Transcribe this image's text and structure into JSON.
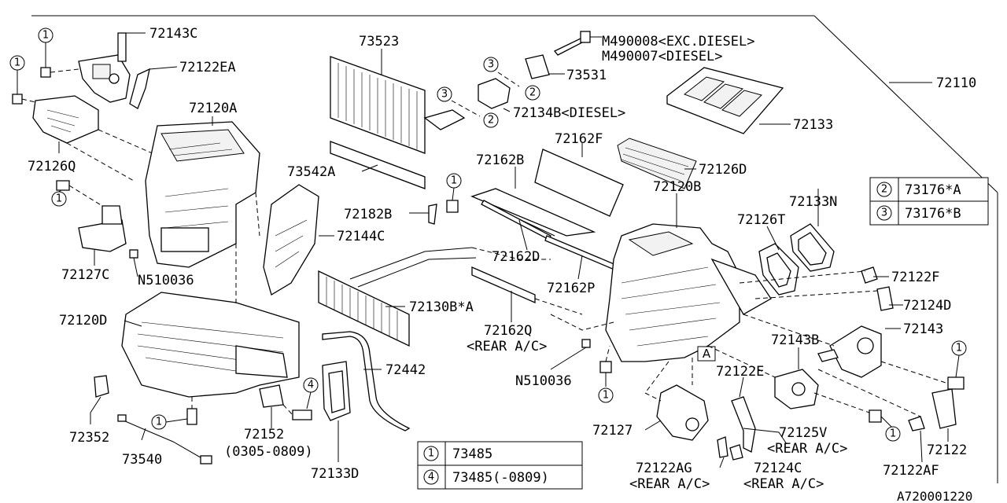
{
  "diagram_id": "A720001220",
  "parts": {
    "p72143C": "72143C",
    "p72122EA": "72122EA",
    "p72126Q": "72126Q",
    "p72120A": "72120A",
    "p72127C": "72127C",
    "pN510036a": "N510036",
    "p72120D": "72120D",
    "p72352": "72352",
    "p73540": "73540",
    "p72152": "72152",
    "p72152note": "(0305-0809)",
    "p73523": "73523",
    "p73542A": "73542A",
    "p72182B": "72182B",
    "p72144C": "72144C",
    "p72130BA": "72130B*A",
    "p72442": "72442",
    "p72133D": "72133D",
    "pM490008": "M490008<EXC.DIESEL>",
    "pM490007": "M490007<DIESEL>",
    "p73531": "73531",
    "p72134B": "72134B<DIESEL>",
    "p72110": "72110",
    "p72133": "72133",
    "p72162F": "72162F",
    "p72162B": "72162B",
    "p72126D": "72126D",
    "p72162D": "72162D",
    "p72162P": "72162P",
    "p72120B": "72120B",
    "p72126T": "72126T",
    "p72133N": "72133N",
    "p72162Q": "72162Q",
    "p72162Qnote": "<REAR A/C>",
    "pN510036b": "N510036",
    "p72122F": "72122F",
    "p72124D": "72124D",
    "p72143": "72143",
    "p72143B": "72143B",
    "p72122E": "72122E",
    "p72127": "72127",
    "p72125V": "72125V",
    "p72125Vnote": "<REAR A/C>",
    "p72122AG": "72122AG",
    "p72122AGnote": "<REAR A/C>",
    "p72124C": "72124C",
    "p72124Cnote": "<REAR A/C>",
    "p72122": "72122",
    "p72122AF": "72122AF",
    "refA": "A"
  },
  "callouts": {
    "one": "1",
    "two": "2",
    "three": "3",
    "four": "4"
  },
  "legend_right": [
    {
      "key": "2",
      "part": "73176*A"
    },
    {
      "key": "3",
      "part": "73176*B"
    }
  ],
  "legend_bottom": [
    {
      "key": "1",
      "part": "73485"
    },
    {
      "key": "4",
      "part": "73485(-0809)"
    }
  ]
}
